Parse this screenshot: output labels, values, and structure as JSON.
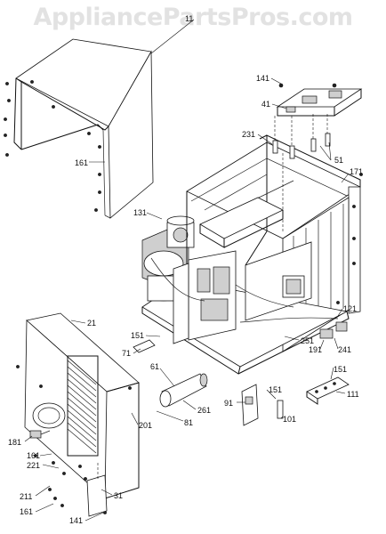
{
  "watermark": "AppliancePartsPros.com",
  "callouts": {
    "c11": "11",
    "c161_cover": "161",
    "c141_top": "141",
    "c41": "41",
    "c231": "231",
    "c51": "51",
    "c171": "171",
    "c131": "131",
    "c21": "21",
    "c151_left": "151",
    "c71": "71",
    "c61": "61",
    "c121": "121",
    "c251": "251",
    "c241": "241",
    "c191": "191",
    "c151_right": "151",
    "c111": "111",
    "c151_mid": "151",
    "c91": "91",
    "c101": "101",
    "c261": "261",
    "c81": "81",
    "c201": "201",
    "c181": "181",
    "c161_back": "161",
    "c221": "221",
    "c211": "211",
    "c31": "31",
    "c161_bottom": "161",
    "c141_bottom": "141"
  }
}
